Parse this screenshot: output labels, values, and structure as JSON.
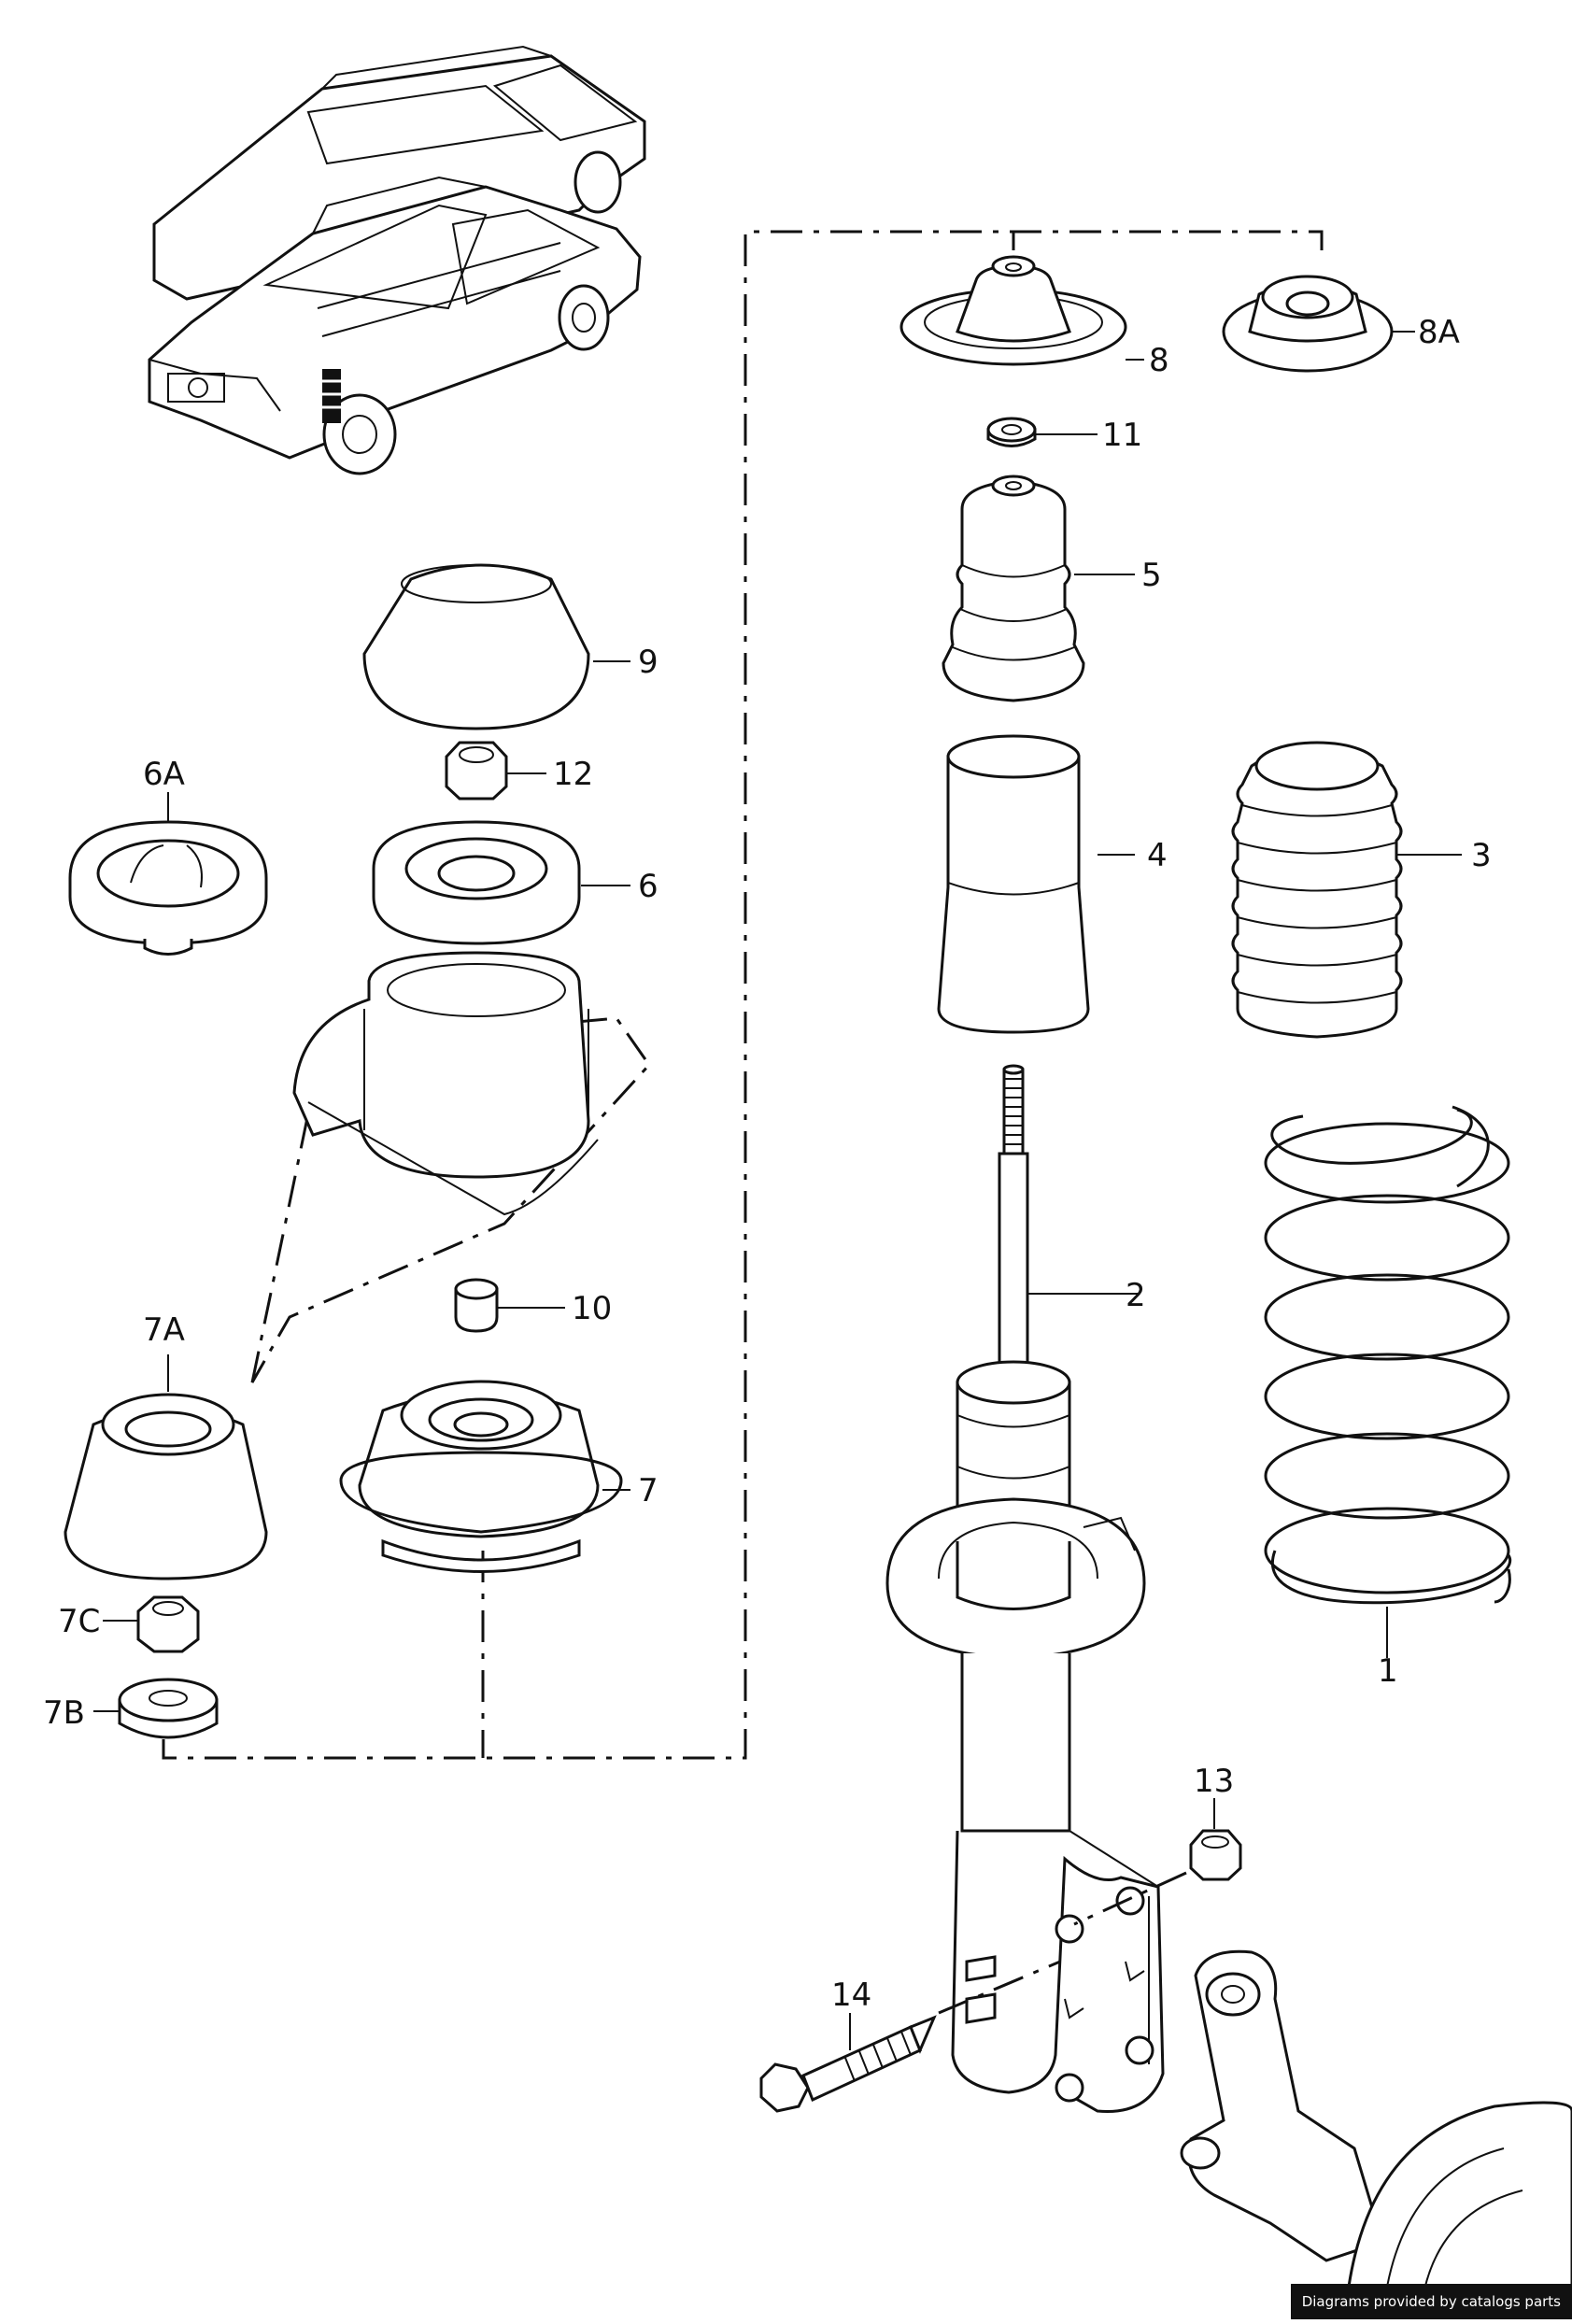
{
  "callouts": {
    "p1": "1",
    "p2": "2",
    "p3": "3",
    "p4": "4",
    "p5": "5",
    "p6": "6",
    "p6a": "6A",
    "p7": "7",
    "p7a": "7A",
    "p7b": "7B",
    "p7c": "7C",
    "p8": "8",
    "p8a": "8A",
    "p9": "9",
    "p10": "10",
    "p11": "11",
    "p12": "12",
    "p13": "13",
    "p14": "14"
  },
  "credit": "Diagrams provided by catalogs parts"
}
